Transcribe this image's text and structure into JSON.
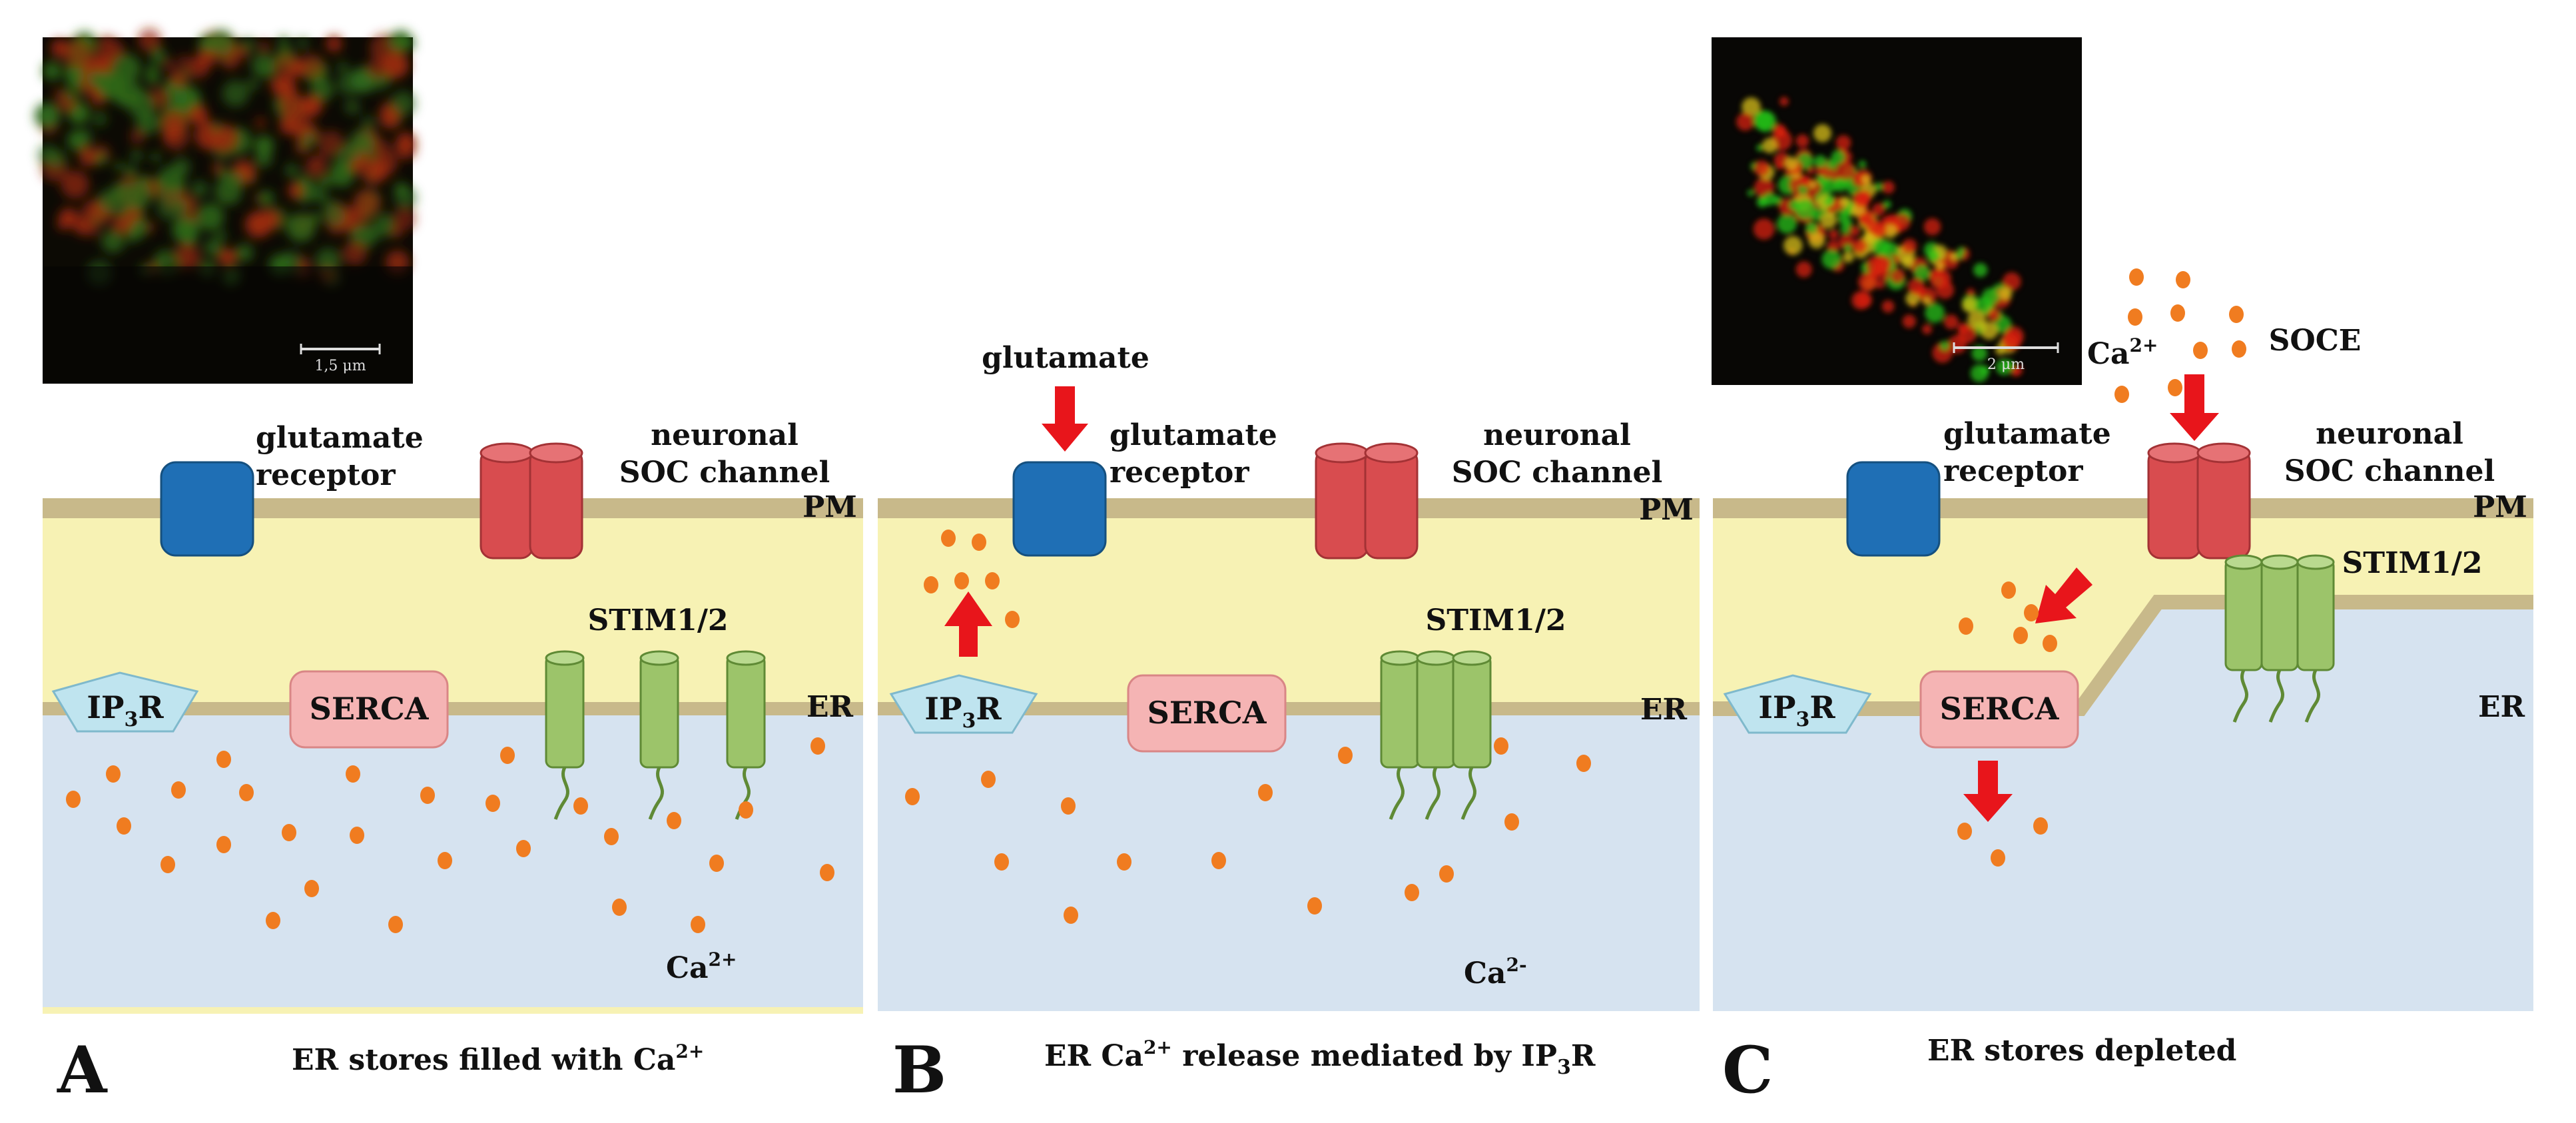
{
  "panels": [
    {
      "letter": "A",
      "caption_pre": "ER stores filled  with Ca",
      "caption_sup": "2+",
      "caption_post": "",
      "labels": {
        "glutamate_receptor_1": "glutamate",
        "glutamate_receptor_2": "receptor",
        "soc_1": "neuronal",
        "soc_2": "SOC channel",
        "pm": "PM",
        "er": "ER",
        "stim": "STIM1/2",
        "serca": "SERCA",
        "ip3r_main": "IP",
        "ip3r_sub": "3",
        "ip3r_end": "R",
        "ca_main": "Ca",
        "ca_sup": "2+"
      },
      "scale_bar": "1,5 μm"
    },
    {
      "letter": "B",
      "caption_pre": "ER Ca",
      "caption_sup": "2+",
      "caption_post": " release mediated by IP",
      "caption_sub": "3",
      "caption_end": "R",
      "labels": {
        "glutamate_top": "glutamate",
        "glutamate_receptor_1": "glutamate",
        "glutamate_receptor_2": "receptor",
        "soc_1": "neuronal",
        "soc_2": "SOC channel",
        "pm": "PM",
        "er": "ER",
        "stim": "STIM1/2",
        "serca": "SERCA",
        "ip3r_main": "IP",
        "ip3r_sub": "3",
        "ip3r_end": "R",
        "ca_main": "Ca",
        "ca_sup": "2-"
      }
    },
    {
      "letter": "C",
      "caption_pre": "ER stores depleted",
      "caption_sup": "",
      "caption_post": "",
      "labels": {
        "glutamate_receptor_1": "glutamate",
        "glutamate_receptor_2": "receptor",
        "soc_1": "neuronal",
        "soc_2": "SOC channel",
        "pm": "PM",
        "er": "ER",
        "stim": "STIM1/2",
        "serca": "SERCA",
        "ip3r_main": "IP",
        "ip3r_sub": "3",
        "ip3r_end": "R",
        "soce": "SOCE",
        "ca_main": "Ca",
        "ca_sup": "2+"
      },
      "scale_bar": "2 μm"
    }
  ],
  "colors": {
    "cytosol": "#f7f2b4",
    "er_lumen": "#d6e3f0",
    "membrane": "#c8b98a",
    "receptor": "#1f6fb5",
    "soc": "#d84c4f",
    "stim": "#9cc46a",
    "serca": "#f5b4b4",
    "ip3r": "#bfe4ef",
    "calcium": "#f07c20",
    "arrow": "#e8151b"
  }
}
